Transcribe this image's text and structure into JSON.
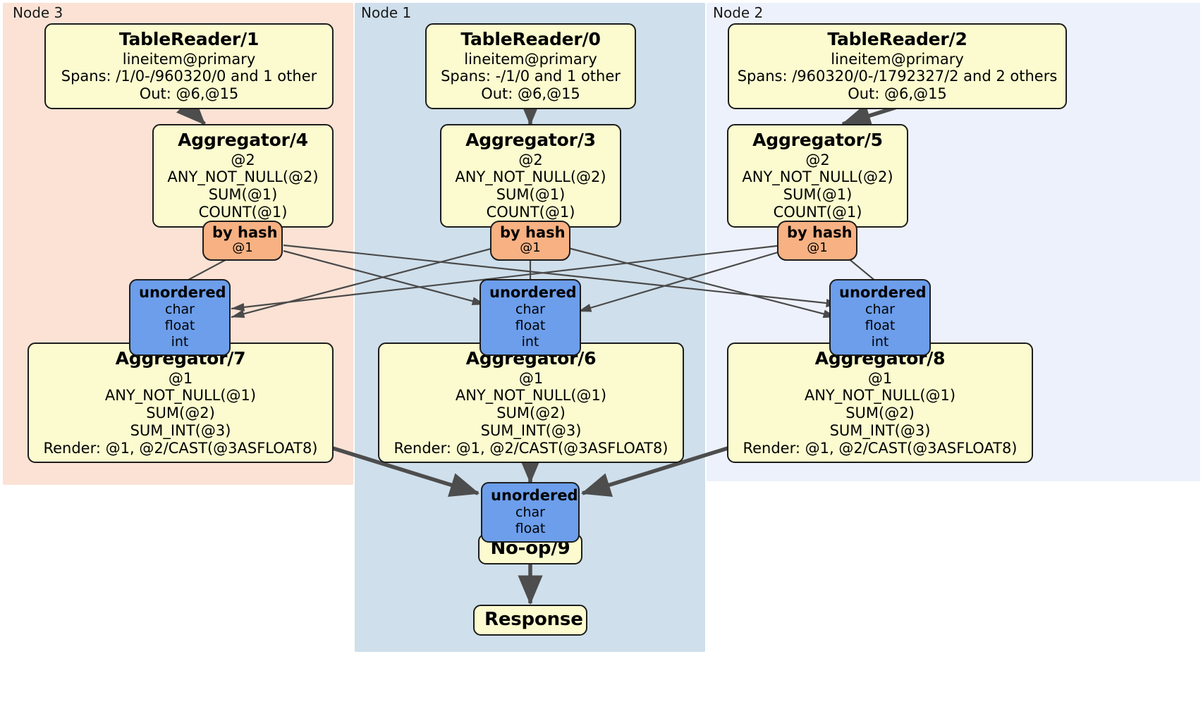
{
  "diagram": {
    "title": "Distributed query plan",
    "colors": {
      "node3_bg": "#fbe2d5",
      "node1_bg": "#cfdfeb",
      "node2_bg": "#edf1fb",
      "processor_bg": "#fbfbcf",
      "router_bg": "#f7b183",
      "sync_bg": "#6c9eeb",
      "edge": "#4d4d4d",
      "thin_edge": "#4a4a4a",
      "border": "#1d1d1d"
    }
  },
  "nodes": [
    {
      "id": "node3",
      "label": "Node 3"
    },
    {
      "id": "node1",
      "label": "Node 1"
    },
    {
      "id": "node2",
      "label": "Node 2"
    }
  ],
  "processors": {
    "table_reader_1": {
      "title": "TableReader/1",
      "lines": [
        "lineitem@primary",
        "Spans: /1/0-/960320/0 and 1 other",
        "Out: @6,@15"
      ]
    },
    "table_reader_0": {
      "title": "TableReader/0",
      "lines": [
        "lineitem@primary",
        "Spans: -/1/0 and 1 other",
        "Out: @6,@15"
      ]
    },
    "table_reader_2": {
      "title": "TableReader/2",
      "lines": [
        "lineitem@primary",
        "Spans: /960320/0-/1792327/2 and 2 others",
        "Out: @6,@15"
      ]
    },
    "aggregator_4": {
      "title": "Aggregator/4",
      "lines": [
        "@2",
        "ANY_NOT_NULL(@2)",
        "SUM(@1)",
        "COUNT(@1)"
      ]
    },
    "aggregator_3": {
      "title": "Aggregator/3",
      "lines": [
        "@2",
        "ANY_NOT_NULL(@2)",
        "SUM(@1)",
        "COUNT(@1)"
      ]
    },
    "aggregator_5": {
      "title": "Aggregator/5",
      "lines": [
        "@2",
        "ANY_NOT_NULL(@2)",
        "SUM(@1)",
        "COUNT(@1)"
      ]
    },
    "aggregator_7": {
      "title": "Aggregator/7",
      "lines": [
        "@1",
        "ANY_NOT_NULL(@1)",
        "SUM(@2)",
        "SUM_INT(@3)",
        "Render: @1, @2/CAST(@3ASFLOAT8)"
      ]
    },
    "aggregator_6": {
      "title": "Aggregator/6",
      "lines": [
        "@1",
        "ANY_NOT_NULL(@1)",
        "SUM(@2)",
        "SUM_INT(@3)",
        "Render: @1, @2/CAST(@3ASFLOAT8)"
      ]
    },
    "aggregator_8": {
      "title": "Aggregator/8",
      "lines": [
        "@1",
        "ANY_NOT_NULL(@1)",
        "SUM(@2)",
        "SUM_INT(@3)",
        "Render: @1, @2/CAST(@3ASFLOAT8)"
      ]
    },
    "noop_9": {
      "title": "No-op/9",
      "lines": []
    },
    "response": {
      "title": "Response",
      "lines": []
    }
  },
  "routers": {
    "by_hash_left": {
      "title": "by hash",
      "line": "@1"
    },
    "by_hash_center": {
      "title": "by hash",
      "line": "@1"
    },
    "by_hash_right": {
      "title": "by hash",
      "line": "@1"
    }
  },
  "synchronizers": {
    "unordered_left": {
      "title": "unordered",
      "lines": [
        "char",
        "float",
        "int"
      ]
    },
    "unordered_center": {
      "title": "unordered",
      "lines": [
        "char",
        "float",
        "int"
      ]
    },
    "unordered_right": {
      "title": "unordered",
      "lines": [
        "char",
        "float",
        "int"
      ]
    },
    "unordered_final": {
      "title": "unordered",
      "lines": [
        "char",
        "float"
      ]
    }
  }
}
